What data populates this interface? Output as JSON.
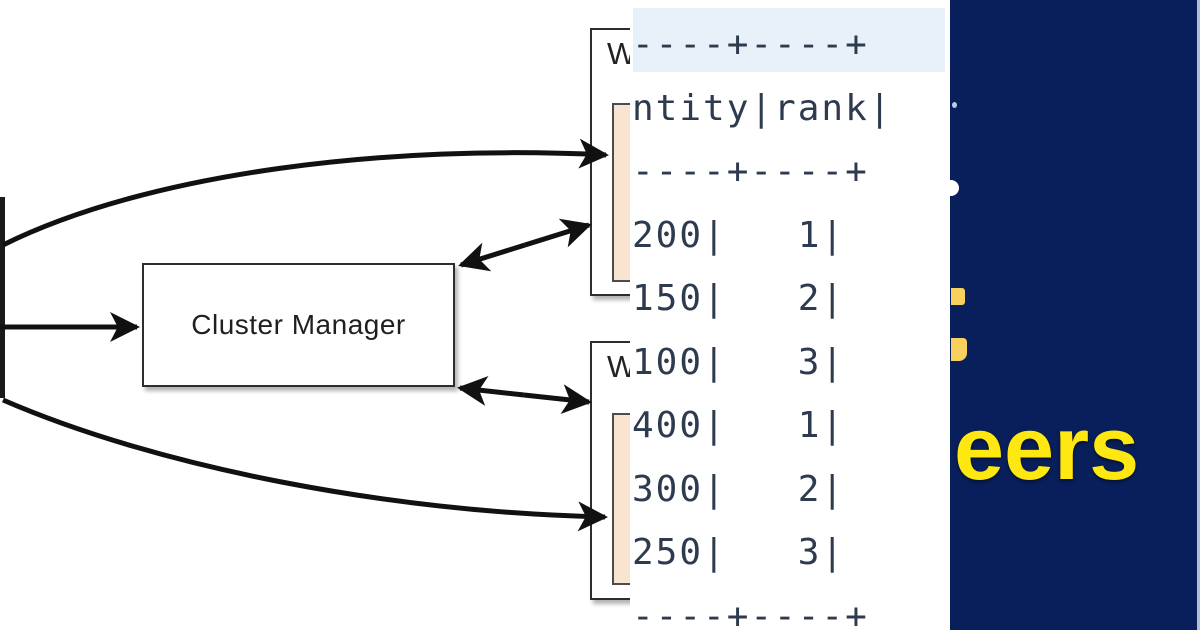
{
  "diagram": {
    "cluster_manager_label": "Cluster Manager",
    "worker_top_label": "W",
    "worker_bottom_label": "W",
    "box_border_color": "#2d2d2d",
    "executor_fill_color": "#f9e3d1",
    "arrow_color": "#111111"
  },
  "code_panel": {
    "background_color": "#ffffff",
    "highlight_row_color": "#e8f1fa",
    "text_color": "#2e3b4f",
    "lines": [
      "----+----+",
      "ntity|rank|",
      "----+----+",
      "200|   1|",
      "150|   2|",
      "100|   3|",
      "400|   1|",
      "300|   2|",
      "250|   3|",
      "----+----+"
    ]
  },
  "side_panel": {
    "background_color": "#081f5c",
    "headline_fragment": "eers",
    "headline_color": "#ffe712",
    "letter_fragment_color": "#f8d05e"
  }
}
